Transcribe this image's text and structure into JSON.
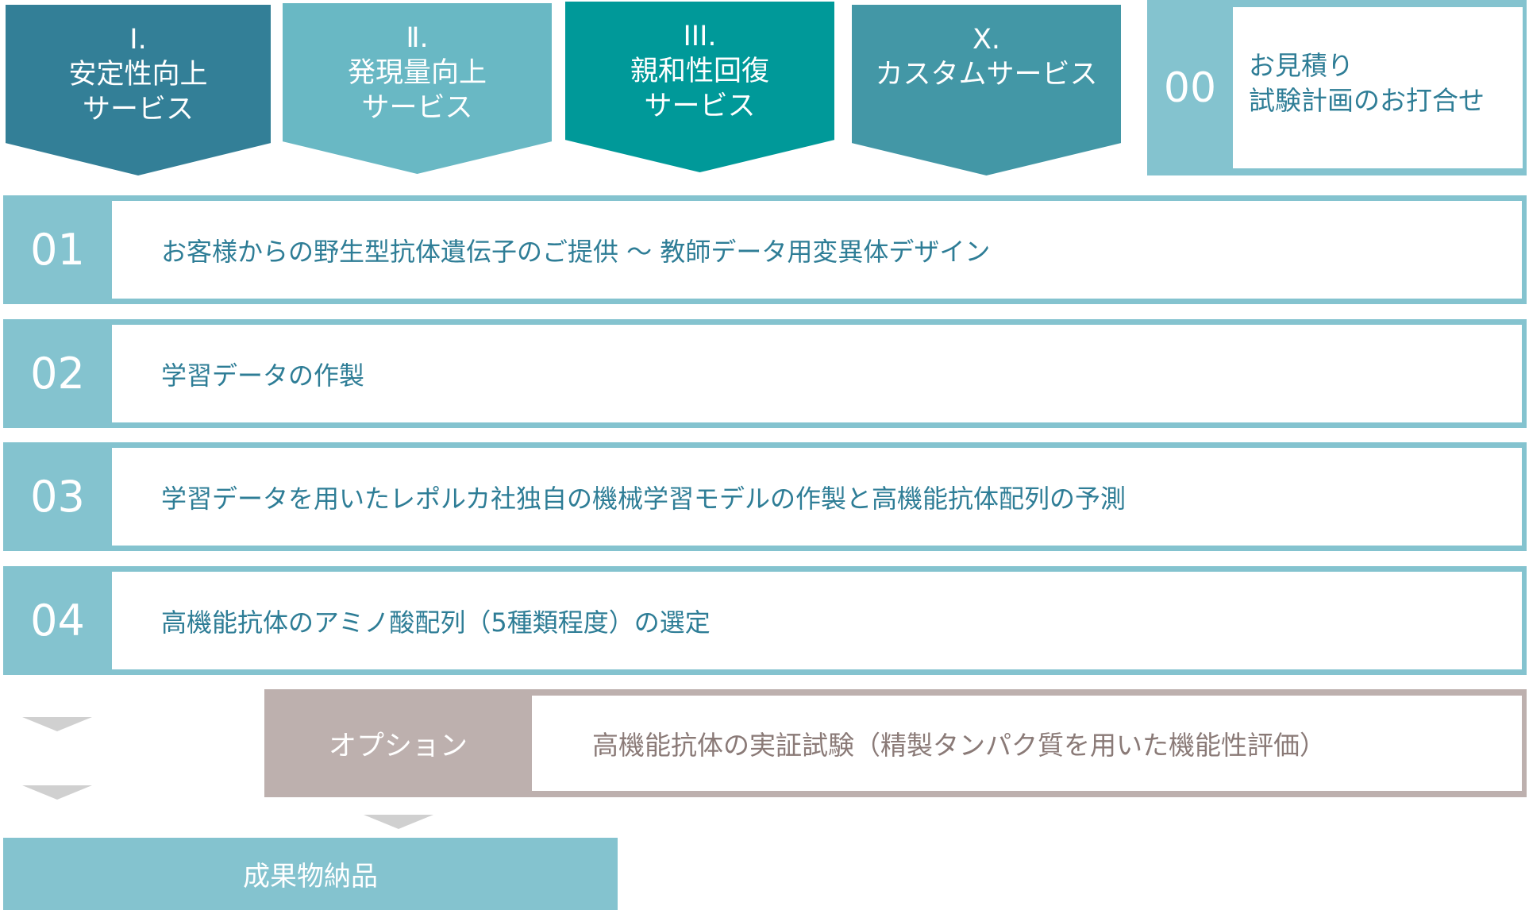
{
  "services": [
    {
      "numeral": "Ⅰ.",
      "line1": "安定性向上",
      "line2": "サービス"
    },
    {
      "numeral": "Ⅱ.",
      "line1": "発現量向上",
      "line2": "サービス"
    },
    {
      "numeral": "III.",
      "line1": "親和性回復",
      "line2": "サービス"
    },
    {
      "numeral": "X.",
      "line1": "カスタムサービス",
      "line2": ""
    }
  ],
  "step00": {
    "number": "00",
    "line1": "お見積り",
    "line2": "試験計画のお打合せ"
  },
  "steps": [
    {
      "number": "01",
      "text": "お客様からの野生型抗体遺伝子のご提供 ～ 教師データ用変異体デザイン"
    },
    {
      "number": "02",
      "text": "学習データの作製"
    },
    {
      "number": "03",
      "text": "学習データを用いたレポルカ社独自の機械学習モデルの作製と高機能抗体配列の予測"
    },
    {
      "number": "04",
      "text": "高機能抗体のアミノ酸配列（5種類程度）の選定"
    }
  ],
  "option": {
    "label": "オプション",
    "text": "高機能抗体の実証試験（精製タンパク質を用いた機能性評価）"
  },
  "deliverable": "成果物納品",
  "colors": {
    "service1": "#337f97",
    "service2": "#69b8c4",
    "service3": "#009999",
    "service4": "#4397a6",
    "step": "#84c3cf",
    "option": "#bdb0ae"
  }
}
